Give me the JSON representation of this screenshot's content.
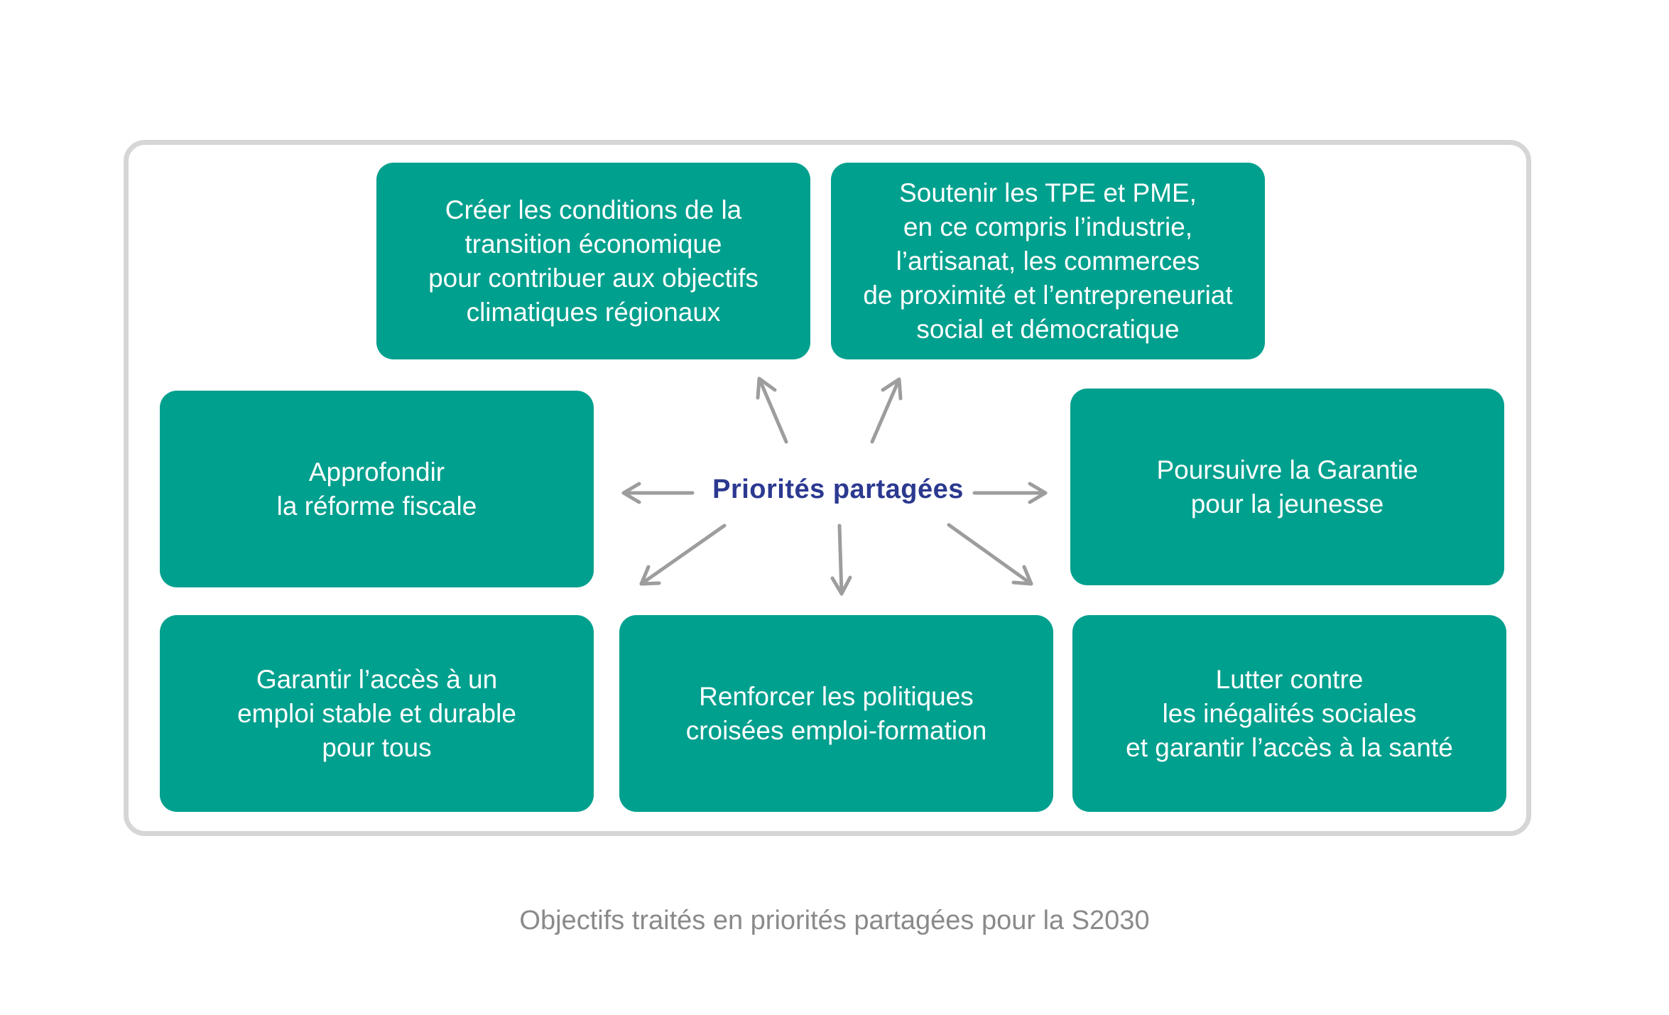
{
  "diagram": {
    "center": "Priorités partagées",
    "boxes": {
      "top_left": [
        "Créer les conditions de la",
        "transition économique",
        "pour contribuer aux objectifs",
        "climatiques régionaux"
      ],
      "top_right": [
        "Soutenir les TPE et PME,",
        "en ce compris l’industrie,",
        "l’artisanat, les commerces",
        "de proximité et l’entrepreneuriat",
        "social et démocratique"
      ],
      "mid_left": [
        "Approfondir",
        "la réforme fiscale"
      ],
      "mid_right": [
        "Poursuivre la Garantie",
        "pour la jeunesse"
      ],
      "bot_left": [
        "Garantir l’accès à un",
        "emploi stable et durable",
        "pour tous"
      ],
      "bot_center": [
        "Renforcer les politiques",
        "croisées emploi-formation"
      ],
      "bot_right": [
        "Lutter contre",
        "les inégalités sociales",
        "et garantir l’accès à la santé"
      ]
    },
    "colors": {
      "box_fill": "#00a08e",
      "box_text": "#ffffff",
      "center_text": "#2b3990",
      "arrow": "#9d9d9d",
      "frame": "#d6d6d6",
      "caption": "#8a8a8a"
    }
  },
  "caption": "Objectifs traités en priorités partagées pour la S2030"
}
